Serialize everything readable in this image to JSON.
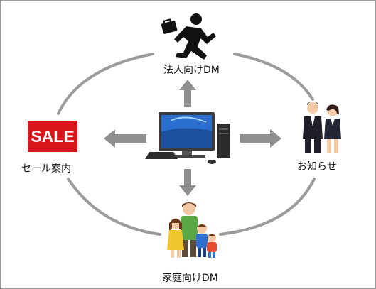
{
  "nodes": {
    "top": {
      "label": "法人向けDM",
      "icon": "running-businessman-icon"
    },
    "left": {
      "label": "セール案内",
      "badge": "SALE",
      "icon": "sale-badge-icon"
    },
    "right": {
      "label": "お知らせ",
      "icon": "business-people-icon"
    },
    "bottom": {
      "label": "家庭向けDM",
      "icon": "family-icon"
    },
    "center": {
      "icon": "desktop-computer-icon"
    }
  },
  "colors": {
    "ring": "#9b9b9b",
    "arrow": "#8f8f8f",
    "sale": "#d9141b"
  }
}
